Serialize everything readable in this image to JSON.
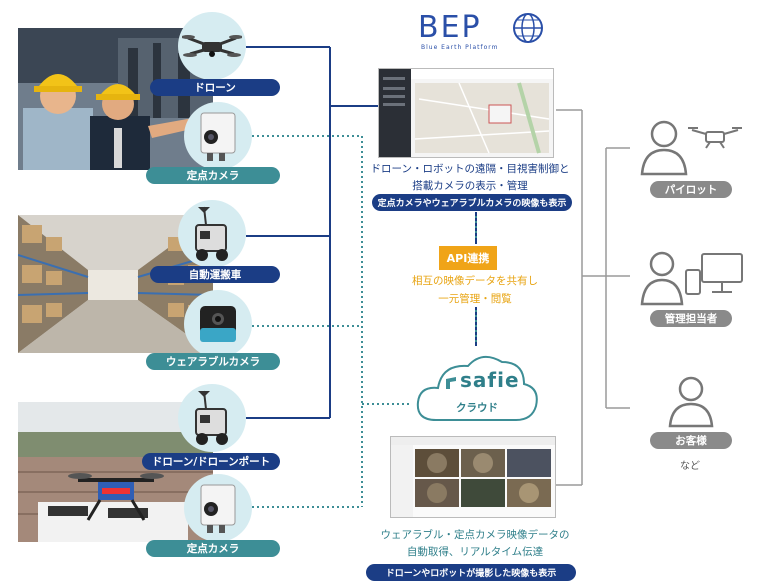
{
  "brand": {
    "name": "BEP",
    "tagline": "Blue Earth Platform",
    "color": "#2a4fa8"
  },
  "devices": [
    {
      "label": "ドローン",
      "style": "navy",
      "icon": "drone-icon"
    },
    {
      "label": "定点カメラ",
      "style": "teal",
      "icon": "fixed-camera-icon"
    },
    {
      "label": "自動運搬車",
      "style": "navy",
      "icon": "robot-vehicle-icon"
    },
    {
      "label": "ウェアラブルカメラ",
      "style": "teal",
      "icon": "wearable-camera-icon"
    },
    {
      "label": "ドローン/ドローンポート",
      "style": "navy",
      "icon": "drone-port-robot-icon"
    },
    {
      "label": "定点カメラ",
      "style": "teal",
      "icon": "fixed-camera-icon"
    }
  ],
  "bep_panel": {
    "caption_line1": "ドローン・ロボットの遠隔・目視害制御と",
    "caption_line2": "搭載カメラの表示・管理",
    "badge": "定点カメラやウェアラブルカメラの映像も表示"
  },
  "api": {
    "label": "API連携",
    "caption_line1": "相互の映像データを共有し",
    "caption_line2": "一元管理・閲覧"
  },
  "safie": {
    "logo": "safie",
    "cloud_label": "クラウド",
    "caption_line1": "ウェアラブル・定点カメラ映像データの",
    "caption_line2": "自動取得、リアルタイム伝達",
    "badge": "ドローンやロボットが撮影した映像も表示"
  },
  "users": [
    {
      "label": "パイロット",
      "icon": "pilot-user-icon"
    },
    {
      "label": "管理担当者",
      "icon": "manager-user-icon"
    },
    {
      "label": "お客様",
      "icon": "customer-user-icon"
    }
  ],
  "users_more": "など",
  "colors": {
    "navy": "#1b3d85",
    "teal": "#3d8e96",
    "orange": "#f0a418",
    "gray": "#8a8a8a",
    "circle": "#d6ecf1"
  }
}
